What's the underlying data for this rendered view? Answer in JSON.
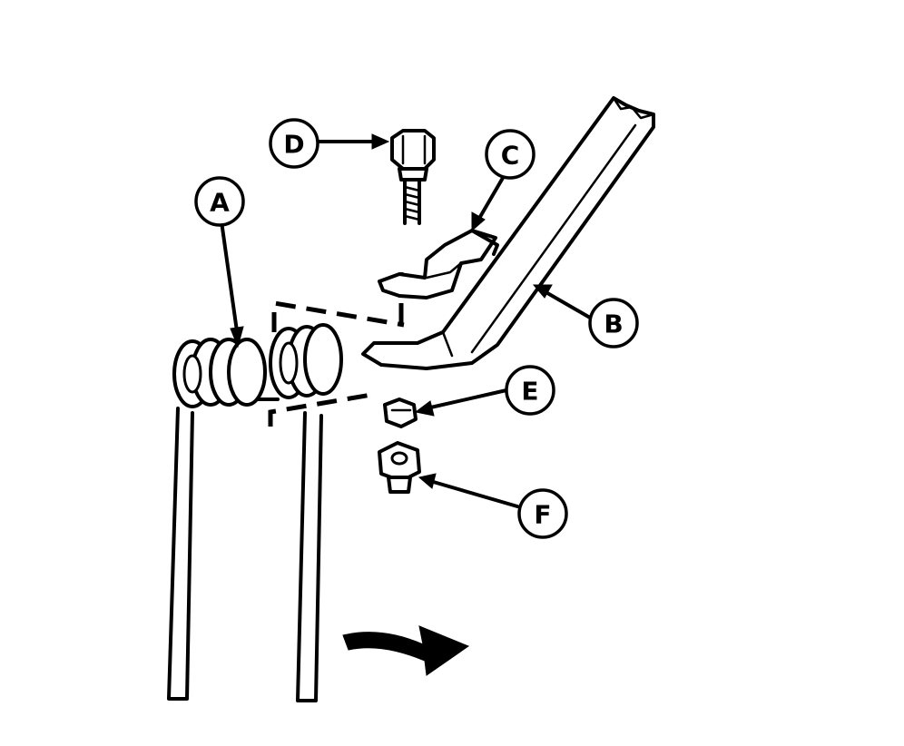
{
  "labels": {
    "A": "A",
    "B": "B",
    "C": "C",
    "D": "D",
    "E": "E",
    "F": "F"
  },
  "colors": {
    "ink": "#000000",
    "paper": "#ffffff"
  },
  "icons": {
    "rotation": "curved-arrow-icon"
  }
}
